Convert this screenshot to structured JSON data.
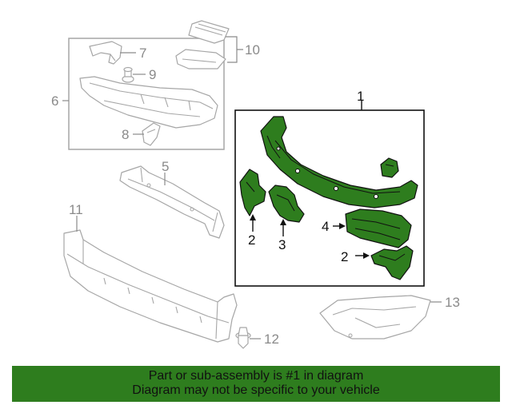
{
  "colors": {
    "part_green": "#2e7d1e",
    "banner_green": "#2e7d1e",
    "callout_gray": "#8a8a8a",
    "box_border": "#111111"
  },
  "callouts": {
    "c1": "1",
    "c2a": "2",
    "c2b": "2",
    "c3": "3",
    "c4": "4",
    "c5": "5",
    "c6": "6",
    "c7": "7",
    "c8": "8",
    "c9": "9",
    "c10": "10",
    "c11": "11",
    "c12": "12",
    "c13": "13"
  },
  "banner": {
    "line1": "Part or sub-assembly is #1 in diagram",
    "line2": "Diagram may not be specific to your vehicle"
  }
}
